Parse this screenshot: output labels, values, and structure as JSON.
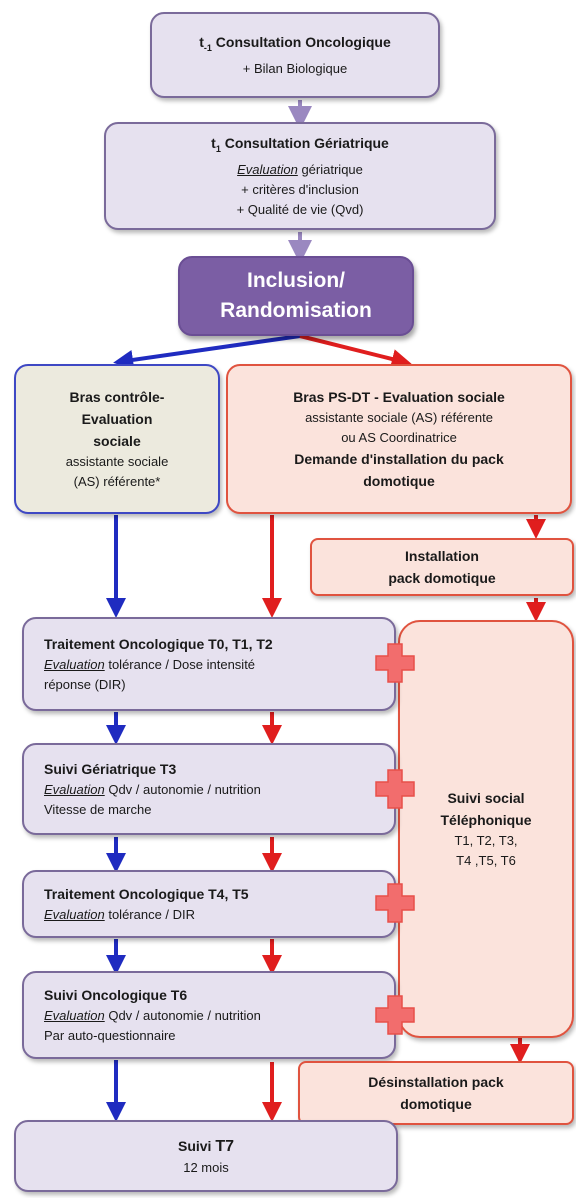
{
  "box1": {
    "t_prefix": "t",
    "t_sub": "-1",
    "title": "Consultation Oncologique",
    "line2": "+ Bilan Biologique"
  },
  "box2": {
    "t_prefix": "t",
    "t_sub": "1",
    "title": "Consultation Gériatrique",
    "eval_word": "Evaluation",
    "eval_rest": "gériatrique",
    "line3": "+ critères d'inclusion",
    "line4": "+ Qualité de vie (Qvd)"
  },
  "inclusion": {
    "line1": "Inclusion/",
    "line2": "Randomisation"
  },
  "control": {
    "line1": "Bras contrôle-",
    "line2": "Evaluation",
    "line3": "sociale",
    "line4": "assistante sociale",
    "line5": "(AS) référente*"
  },
  "psdt": {
    "line1": "Bras PS-DT - Evaluation sociale",
    "line2": "assistante sociale (AS) référente",
    "line3": "ou AS Coordinatrice",
    "line4": "Demande d'installation du pack",
    "line5": "domotique"
  },
  "install": {
    "line1": "Installation",
    "line2": "pack domotique"
  },
  "t0": {
    "title": "Traitement Oncologique T0, T1, T2",
    "eval_word": "Evaluation",
    "eval_rest": "tolérance / Dose intensité",
    "line3": "réponse (DIR)"
  },
  "t3": {
    "title": "Suivi Gériatrique T3",
    "eval_word": "Evaluation",
    "eval_rest": "Qdv / autonomie / nutrition",
    "line3": "Vitesse de marche"
  },
  "t45": {
    "title": "Traitement Oncologique T4, T5",
    "eval_word": "Evaluation",
    "eval_rest": "tolérance / DIR"
  },
  "t6": {
    "title": "Suivi Oncologique T6",
    "eval_word": "Evaluation",
    "eval_rest": "Qdv / autonomie / nutrition",
    "line3": "Par auto-questionnaire"
  },
  "social": {
    "line1": "Suivi social",
    "line2": "Téléphonique",
    "line3": "T1, T2, T3,",
    "line4": "T4 ,T5, T6"
  },
  "desinstall": {
    "line1": "Désinstallation pack",
    "line2": "domotique"
  },
  "t7": {
    "title_word": "Suivi",
    "title_t": "T7",
    "line2": "12 mois"
  },
  "colors": {
    "blue_arrow": "#1f2bc0",
    "red_arrow": "#e01e1e",
    "purple_arrow": "#9a88c0",
    "cross_fill": "#f26d6d"
  }
}
